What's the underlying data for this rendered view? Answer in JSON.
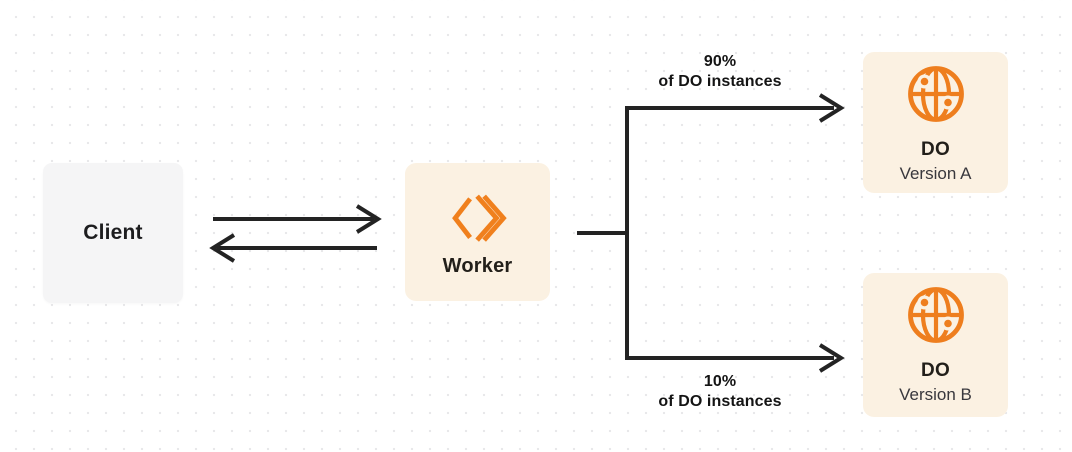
{
  "diagram": {
    "client": {
      "label": "Client"
    },
    "worker": {
      "label": "Worker"
    },
    "branches": {
      "top": {
        "percent": "90%",
        "caption": "of DO instances"
      },
      "bottom": {
        "percent": "10%",
        "caption": "of DO instances"
      }
    },
    "do_version_a": {
      "title": "DO",
      "subtitle": "Version A"
    },
    "do_version_b": {
      "title": "DO",
      "subtitle": "Version B"
    },
    "colors": {
      "orange": "#EE7F1D",
      "box_cream": "#FBF1E2",
      "box_gray": "#F5F5F6",
      "connector": "#232323",
      "text_dark": "#1D1D1F"
    }
  }
}
